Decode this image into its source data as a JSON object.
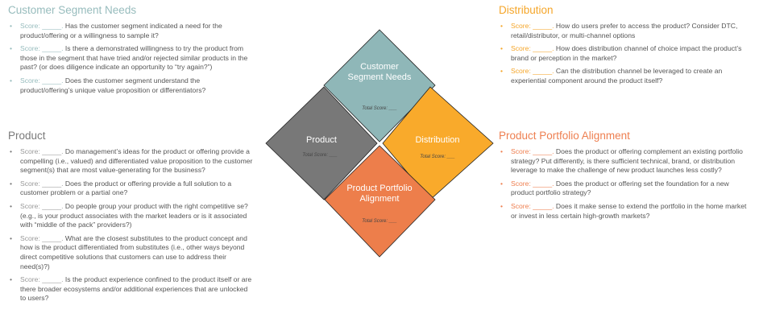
{
  "colors": {
    "customer_segment": "#8fb7b8",
    "product": "#787878",
    "distribution": "#f9aa2b",
    "portfolio": "#ed7e4b"
  },
  "diagram": {
    "customer_segment": {
      "line1": "Customer",
      "line2": "Segment Needs",
      "score": "Total Score: ___"
    },
    "product": {
      "line1": "Product",
      "score": "Total Score: ___"
    },
    "distribution": {
      "line1": "Distribution",
      "score": "Total Score: ___"
    },
    "portfolio": {
      "line1": "Product Portfolio",
      "line2": "Alignment",
      "score": "Total Score: ___"
    }
  },
  "sections": {
    "customer_segment": {
      "title": "Customer Segment Needs",
      "items": [
        {
          "score": "Score: _____.",
          "text": " Has the customer segment indicated a need for the product/offering or a willingness to sample it?"
        },
        {
          "score": "Score: _____.",
          "text": " Is there a demonstrated willingness to try the product from those in the segment that have tried and/or rejected similar products in the past? (or does diligence indicate an opportunity to “try again?”)"
        },
        {
          "score": "Score: _____.",
          "text": " Does the customer segment understand the product/offering’s unique value proposition or differentiators?"
        }
      ]
    },
    "product": {
      "title": "Product",
      "items": [
        {
          "score": "Score: _____.",
          "text": " Do management’s ideas for the product or offering provide a compelling (i.e., valued) and differentiated value proposition to the customer segment(s) that are most value-generating for the business?"
        },
        {
          "score": "Score: _____.",
          "text": " Does the product or offering provide a full solution to a customer problem or a partial one?"
        },
        {
          "score": "Score: _____.",
          "text": " Do people group your product with the right competitive se? (e.g., is your product associates with the market leaders or is it associated with “middle of the pack” providers?)"
        },
        {
          "score": "Score: _____.",
          "text": " What are the closest substitutes to the product concept and how is the product differentiated from substitutes (i.e., other ways beyond direct competitive solutions that customers can use to address their need(s)?)"
        },
        {
          "score": "Score: _____.",
          "text": " Is the product experience confined to the product itself or are there broader ecosystems and/or additional experiences that are unlocked to users?"
        }
      ]
    },
    "distribution": {
      "title": "Distribution",
      "items": [
        {
          "score": "Score: _____.",
          "text": " How do users prefer to access the product? Consider DTC, retail/distributor, or multi-channel options"
        },
        {
          "score": "Score: _____.",
          "text": " How does distribution channel of choice impact the product’s brand or perception in the market?"
        },
        {
          "score": "Score: _____.",
          "text": " Can the distribution channel be leveraged to create an experiential component around the product itself?"
        }
      ]
    },
    "portfolio": {
      "title": "Product Portfolio Alignment",
      "items": [
        {
          "score": "Score: _____.",
          "text": " Does the product or offering complement an existing portfolio strategy? Put differently, is there sufficient technical, brand, or distribution leverage to make the challenge of new product launches less costly?"
        },
        {
          "score": "Score: _____.",
          "text": " Does the product or offering set the foundation for a new product portfolio strategy?"
        },
        {
          "score": "Score: _____.",
          "text": " Does it make sense to extend the portfolio in the home market or invest in less certain high-growth markets?"
        }
      ]
    }
  }
}
